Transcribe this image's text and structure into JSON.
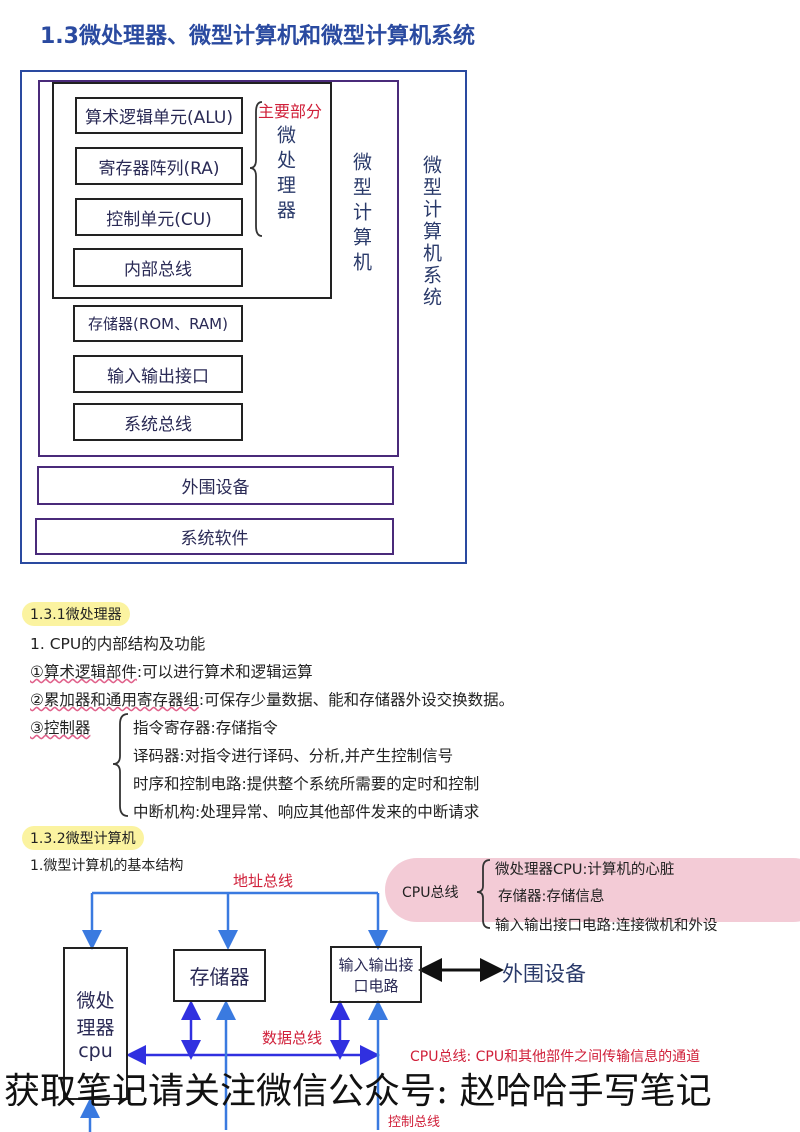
{
  "title": "1.3微处理器、微型计算机和微型计算机系统",
  "diagram1": {
    "alu": "算术逻辑单元(ALU)",
    "ra": "寄存器阵列(RA)",
    "cu": "控制单元(CU)",
    "internal_bus": "内部总线",
    "main_part": "主要部分",
    "microprocessor": "微处理器",
    "memory": "存储器(ROM、RAM)",
    "io": "输入输出接口",
    "system_bus": "系统总线",
    "microcomputer": "微型计算机",
    "microcomputer_system": "微型计算机系统",
    "peripherals": "外围设备",
    "software": "系统软件"
  },
  "section1": {
    "heading": "1.3.1微处理器",
    "sub": "1. CPU的内部结构及功能",
    "item1_term": "①算术逻辑部件",
    "item1_desc": ":可以进行算术和逻辑运算",
    "item2_term": "②累加器和通用寄存器组",
    "item2_desc": ":可保存少量数据、能和存储器外设交换数据。",
    "item3_term": "③控制器",
    "controller": [
      "指令寄存器:存储指令",
      "译码器:对指令进行译码、分析,并产生控制信号",
      "时序和控制电路:提供整个系统所需要的定时和控制",
      "中断机构:处理异常、响应其他部件发来的中断请求"
    ]
  },
  "section2": {
    "heading": "1.3.2微型计算机",
    "sub": "1.微型计算机的基本结构",
    "address_bus": "地址总线",
    "data_bus": "数据总线",
    "control_bus": "控制总线",
    "cpu_box": "微处理器cpu",
    "memory_box": "存储器",
    "io_box": "输入输出接口电路",
    "peripherals": "外围设备",
    "cpu_bus_label": "CPU总线",
    "cpu_bus_items": [
      "微处理器CPU:计算机的心脏",
      "存储器:存储信息",
      "输入输出接口电路:连接微机和外设"
    ],
    "cpu_bus_def": "CPU总线: CPU和其他部件之间传输信息的通道"
  },
  "watermark": "获取笔记请关注微信公众号: 赵哈哈手写笔记"
}
